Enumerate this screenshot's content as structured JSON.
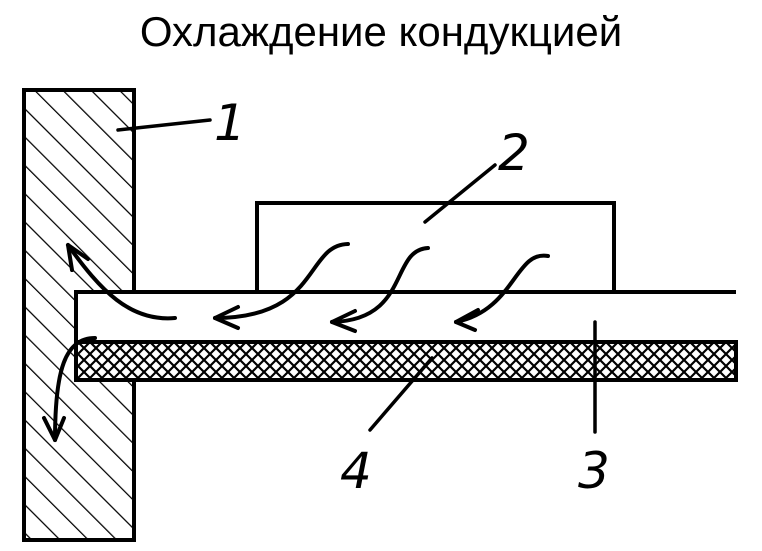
{
  "title": "Охлаждение кондукцией",
  "labels": {
    "wall": "1",
    "component": "2",
    "board": "3",
    "layer": "4"
  },
  "colors": {
    "ink": "#000000",
    "paper": "#ffffff"
  }
}
